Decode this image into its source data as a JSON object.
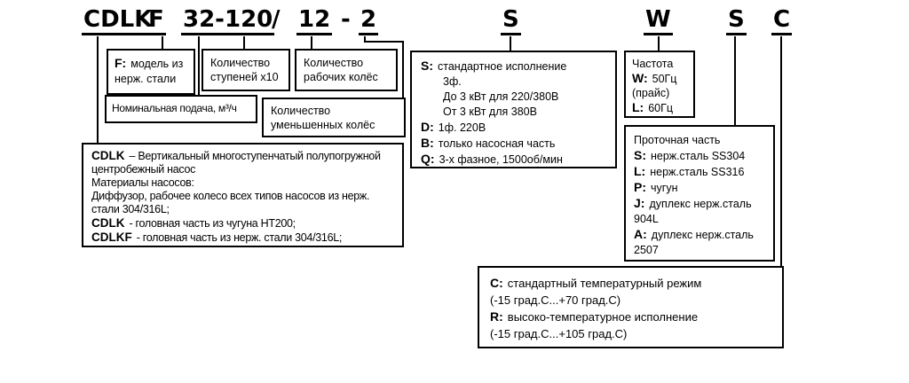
{
  "model_code": {
    "series": "CDLK",
    "material_flag": "F",
    "flow_head": "32-120",
    "separator": "/",
    "stages": "12",
    "dash": "-",
    "reduced_impellers": "2",
    "power_variant": "S",
    "frequency": "W",
    "flow_part_material": "S",
    "temperature_mode": "C"
  },
  "boxes": {
    "f_model": {
      "key": "F:",
      "text": "модель из нерж. стали"
    },
    "stage_count": {
      "line1": "Количество",
      "line2": "ступеней x10"
    },
    "impeller_count": {
      "line1": "Количество",
      "line2": "рабочих колёс"
    },
    "nominal_flow": {
      "text": "Номинальная подача, м³/ч"
    },
    "reduced_impellers": {
      "line1": "Количество",
      "line2": "уменьшенных колёс"
    },
    "cdlk_description": {
      "lines": [
        {
          "key": "CDLK",
          "text": "– Вертикальный многоступенчатый полупогружной"
        },
        {
          "key": "",
          "text": "центробежный насос"
        },
        {
          "key": "",
          "text": "Материалы насосов:"
        },
        {
          "key": "",
          "text": "Диффузор, рабочее колесо всех типов насосов из нерж."
        },
        {
          "key": "",
          "text": "стали 304/316L;"
        },
        {
          "key": "CDLK",
          "text": "- головная часть из чугуна HT200;"
        },
        {
          "key": "CDLKF",
          "text": "- головная часть из нерж. стали 304/316L;"
        }
      ]
    },
    "power_variant": {
      "lines": [
        {
          "key": "S:",
          "text": "стандартное исполнение"
        },
        {
          "key": "",
          "text": "3ф."
        },
        {
          "key": "",
          "text": "До 3 кВт для 220/380В"
        },
        {
          "key": "",
          "text": "От 3 кВт для 380В"
        },
        {
          "key": "D:",
          "text": "1ф. 220В"
        },
        {
          "key": "B:",
          "text": "только насосная часть"
        },
        {
          "key": "Q:",
          "text": "3-х фазное, 1500об/мин"
        }
      ]
    },
    "frequency": {
      "title": "Частота",
      "lines": [
        {
          "key": "W:",
          "text": "50Гц"
        },
        {
          "key": "",
          "text": "(прайс)"
        },
        {
          "key": "L:",
          "text": "60Гц"
        }
      ]
    },
    "flow_part": {
      "title": "Проточная часть",
      "lines": [
        {
          "key": "S:",
          "text": "нерж.сталь SS304"
        },
        {
          "key": "L:",
          "text": "нерж.сталь SS316"
        },
        {
          "key": "P:",
          "text": "чугун"
        },
        {
          "key": "J:",
          "text": "дуплекс нерж.сталь"
        },
        {
          "key": "",
          "text": "904L"
        },
        {
          "key": "A:",
          "text": "дуплекс нерж.сталь"
        },
        {
          "key": "",
          "text": "2507"
        }
      ]
    },
    "temperature": {
      "lines": [
        {
          "key": "C:",
          "text": "стандартный температурный режим"
        },
        {
          "key": "",
          "text": "(-15 град.C...+70 град.C)"
        },
        {
          "key": "R:",
          "text": "высоко-температурное исполнение"
        },
        {
          "key": "",
          "text": "(-15 град.C...+105 град.C)"
        }
      ]
    }
  },
  "colors": {
    "line": "#000000",
    "background": "#ffffff"
  }
}
